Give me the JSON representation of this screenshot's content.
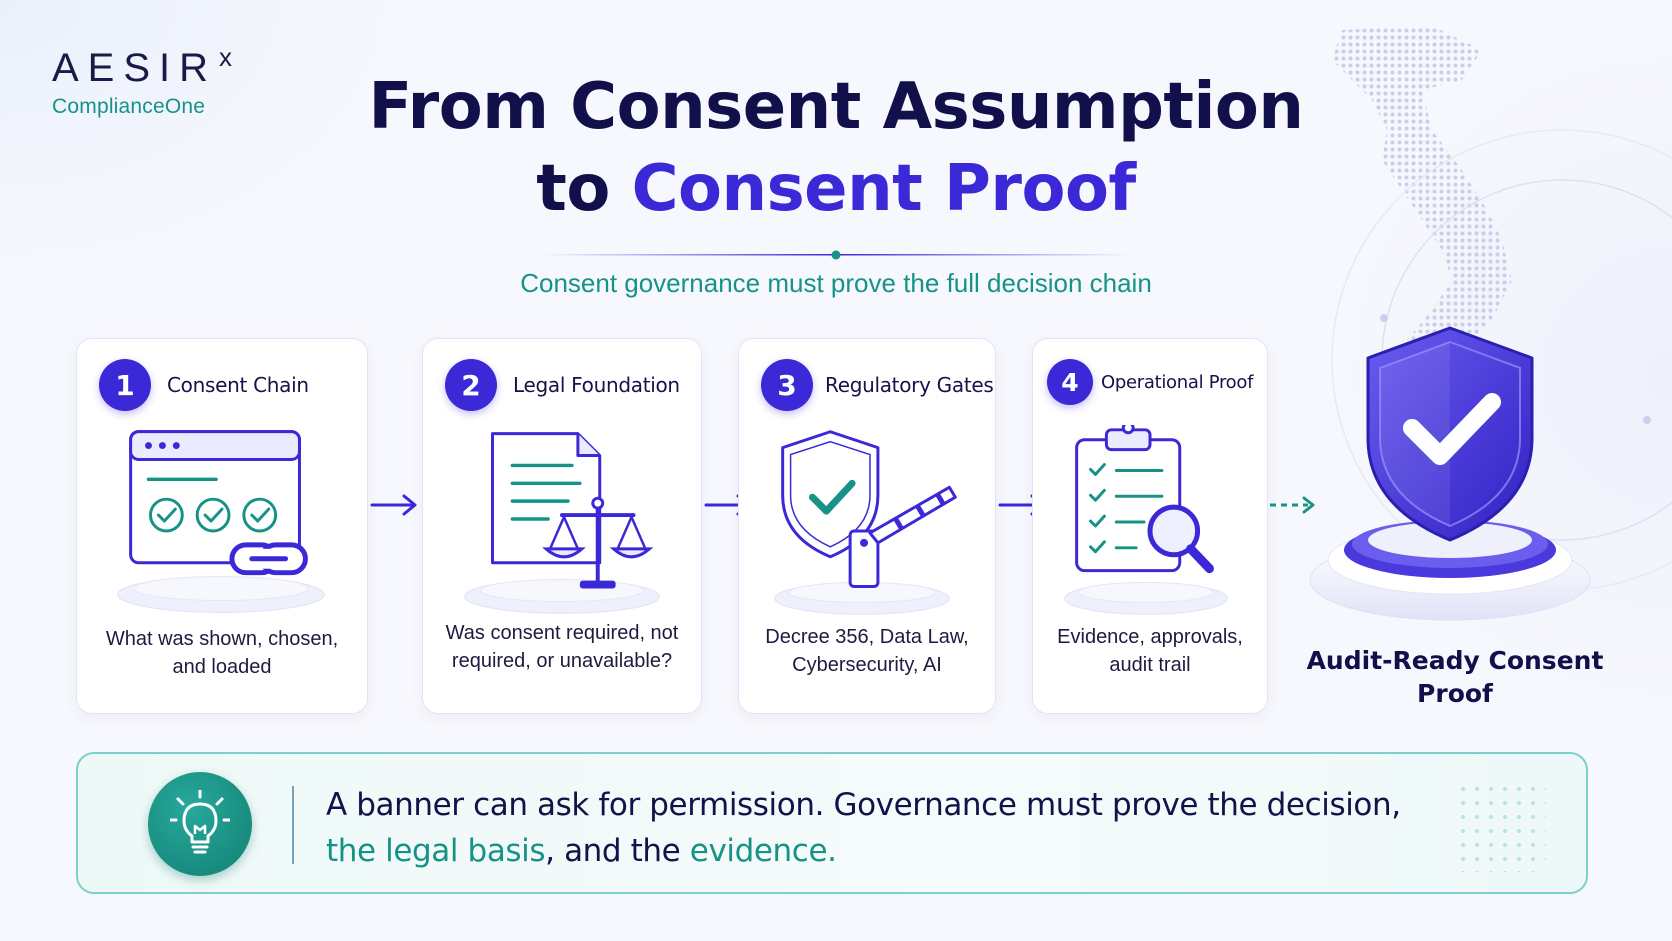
{
  "brand": {
    "name": "AESIR",
    "mark": "x",
    "product": "ComplianceOne"
  },
  "header": {
    "title_line1": "From Consent Assumption",
    "title_line2_prefix": "to ",
    "title_line2_accent": "Consent Proof",
    "subtitle": "Consent governance must prove the full decision chain"
  },
  "steps": [
    {
      "number": "1",
      "title": "Consent Chain",
      "description": "What was shown, chosen, and loaded",
      "icon": "browser-checks-link-icon"
    },
    {
      "number": "2",
      "title": "Legal Foundation",
      "description": "Was consent required, not required, or unavailable?",
      "icon": "document-scales-icon"
    },
    {
      "number": "3",
      "title": "Regulatory Gates",
      "description": "Decree 356, Data Law, Cybersecurity, AI",
      "icon": "shield-barrier-gate-icon"
    },
    {
      "number": "4",
      "title": "Operational Proof",
      "description": "Evidence, approvals, audit trail",
      "icon": "clipboard-magnifier-icon"
    }
  ],
  "outcome": {
    "label": "Audit-Ready Consent Proof",
    "icon": "shield-check-icon"
  },
  "banner": {
    "text_part1": "A banner can ask for permission. Governance must prove the decision,",
    "highlight1": "the legal basis",
    "text_part2": ", and the ",
    "highlight2": "evidence.",
    "icon": "lightbulb-icon"
  },
  "colors": {
    "primary": "#3b28d6",
    "navy": "#12104a",
    "teal": "#169387",
    "card_border": "#e1e4f3"
  }
}
